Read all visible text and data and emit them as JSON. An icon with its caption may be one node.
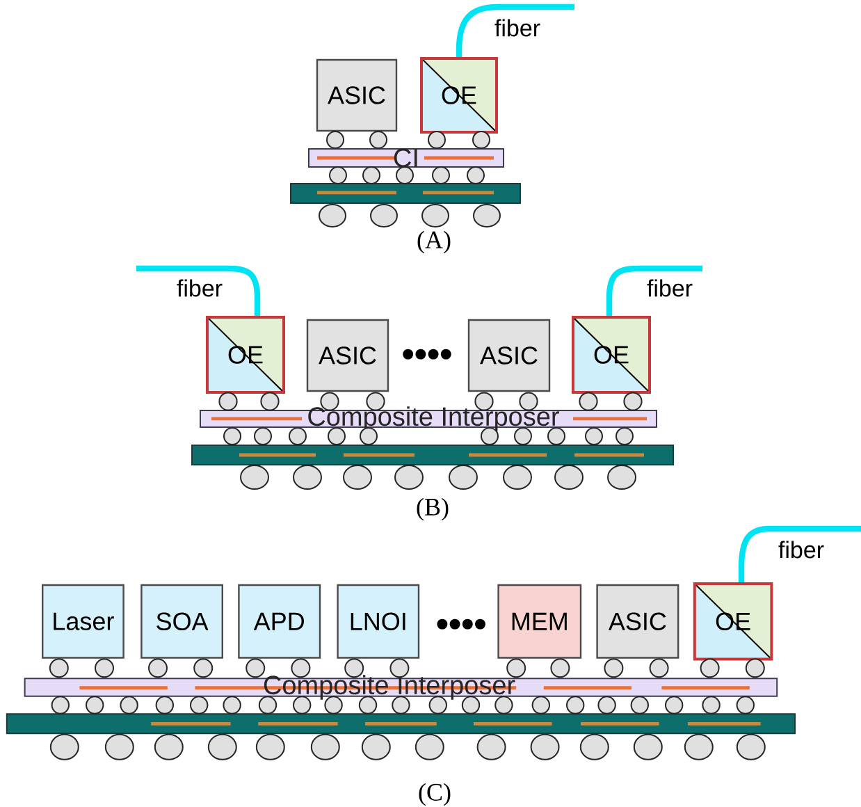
{
  "diagram": {
    "nodes": [
      {
        "text": [
          "ASIC"
        ]
      },
      {
        "text": [
          "OE"
        ]
      },
      {
        "text": [
          "CI"
        ]
      },
      {
        "text": [],
        "shape": "bar"
      },
      {
        "text": [
          "OE"
        ]
      },
      {
        "text": [
          "ASIC"
        ]
      },
      {
        "text": [
          "ASIC"
        ]
      },
      {
        "text": [
          "OE"
        ]
      },
      {
        "text": [
          "Composite Interposer"
        ]
      },
      {
        "text": [],
        "shape": "bar"
      },
      {
        "text": [
          "Laser"
        ]
      },
      {
        "text": [
          "SOA"
        ]
      },
      {
        "text": [
          "APD"
        ]
      },
      {
        "text": [
          "LNOI"
        ]
      },
      {
        "text": [
          "MEM"
        ]
      },
      {
        "text": [
          "ASIC"
        ]
      },
      {
        "text": [
          "OE"
        ]
      },
      {
        "text": [
          "Composite Interposer"
        ]
      },
      {
        "text": [],
        "shape": "bar"
      }
    ],
    "edges": [
      {
        "from": 1,
        "to": null,
        "arrow": "none",
        "label": "fiber"
      },
      {
        "from": 4,
        "to": null,
        "arrow": "none",
        "label": "fiber"
      },
      {
        "from": 7,
        "to": null,
        "arrow": "none",
        "label": "fiber"
      },
      {
        "from": 16,
        "to": null,
        "arrow": "none",
        "label": "fiber"
      }
    ],
    "labels": [
      "(A)",
      "••••",
      "(B)",
      "••••",
      "(C)"
    ]
  }
}
